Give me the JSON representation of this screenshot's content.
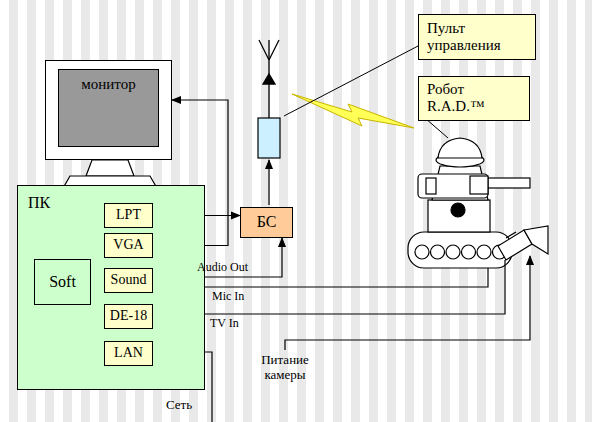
{
  "diagram": {
    "nodes": [
      {
        "text": [
          "Пульт управления"
        ]
      },
      {
        "text": [
          "Робот R.A.D.™"
        ]
      },
      {
        "text": [
          "монитор"
        ]
      },
      {
        "text": [
          "ПК"
        ]
      },
      {
        "text": [
          "LPT"
        ],
        "in": 3
      },
      {
        "text": [
          "VGA"
        ],
        "in": 3
      },
      {
        "text": [
          "Soft"
        ],
        "in": 3
      },
      {
        "text": [
          "Sound"
        ],
        "in": 3
      },
      {
        "text": [
          "DE-18"
        ],
        "in": 3
      },
      {
        "text": [
          "LAN"
        ],
        "in": 3
      },
      {
        "text": [
          "БС"
        ]
      }
    ],
    "edges": [
      {
        "from": 4,
        "to": 10,
        "arrow": "to"
      },
      {
        "from": 5,
        "to": 2,
        "arrow": "to"
      },
      {
        "from": 7,
        "to": 10,
        "label": "Audio Out",
        "arrow": "to"
      }
    ],
    "labels": [
      "Mic In",
      "TV In",
      "Питание камеры",
      "Сеть"
    ]
  }
}
